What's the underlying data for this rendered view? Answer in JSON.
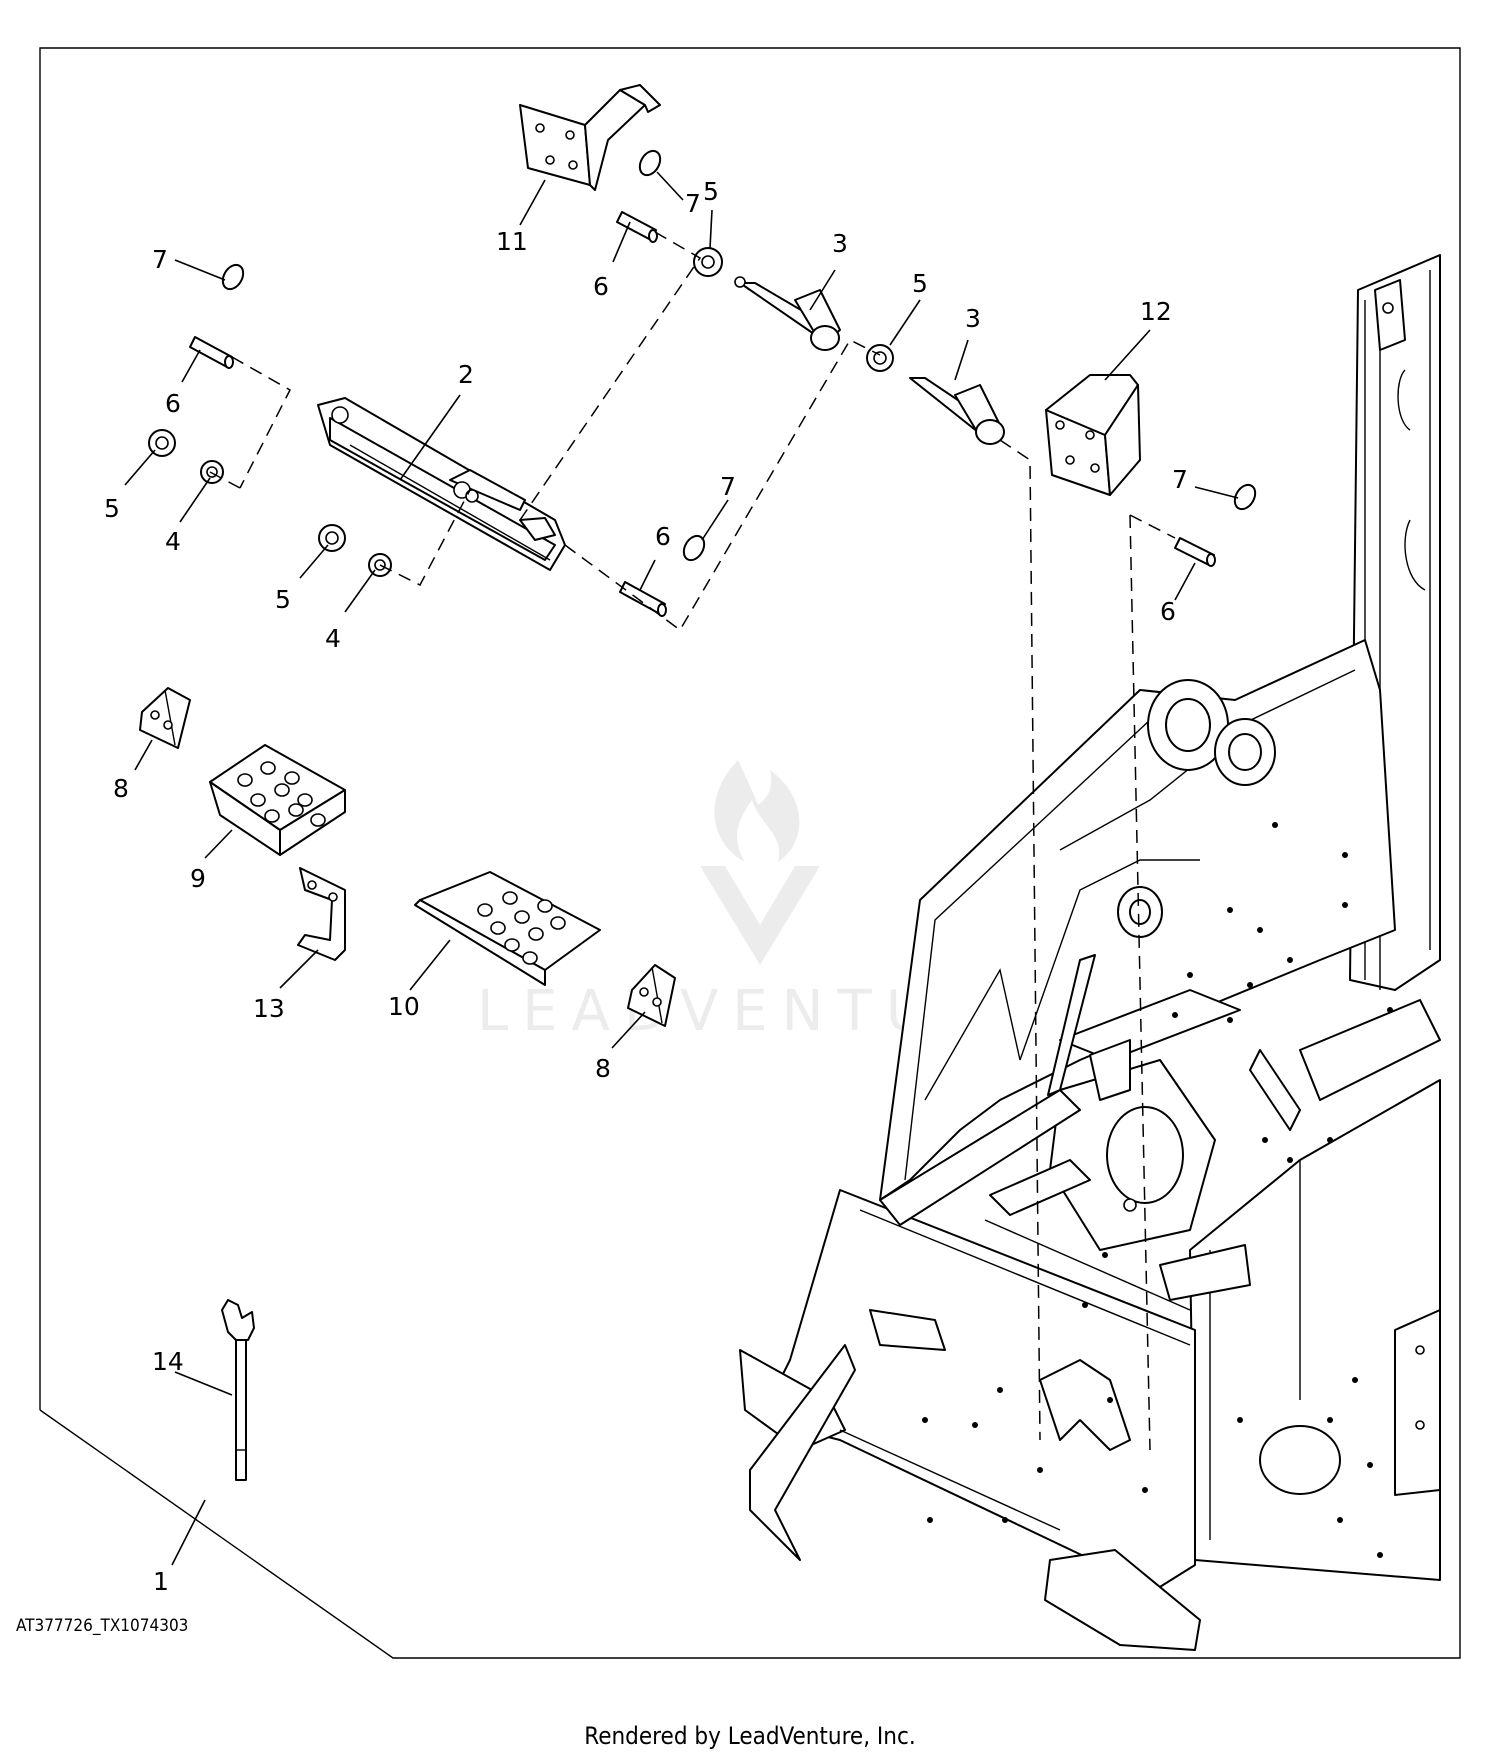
{
  "drawing_id": "AT377726_TX1074303",
  "render_credit": "Rendered by LeadVenture, Inc.",
  "watermark_text": "LEADVENTURE",
  "callouts": {
    "c1": "1",
    "c2": "2",
    "c3a": "3",
    "c3b": "3",
    "c4a": "4",
    "c4b": "4",
    "c5a": "5",
    "c5b": "5",
    "c5c": "5",
    "c5d": "5",
    "c6a": "6",
    "c6b": "6",
    "c6c": "6",
    "c6d": "6",
    "c7a": "7",
    "c7b": "7",
    "c7c": "7",
    "c7d": "7",
    "c8a": "8",
    "c8b": "8",
    "c9": "9",
    "c10": "10",
    "c11": "11",
    "c12": "12",
    "c13": "13",
    "c14": "14"
  }
}
